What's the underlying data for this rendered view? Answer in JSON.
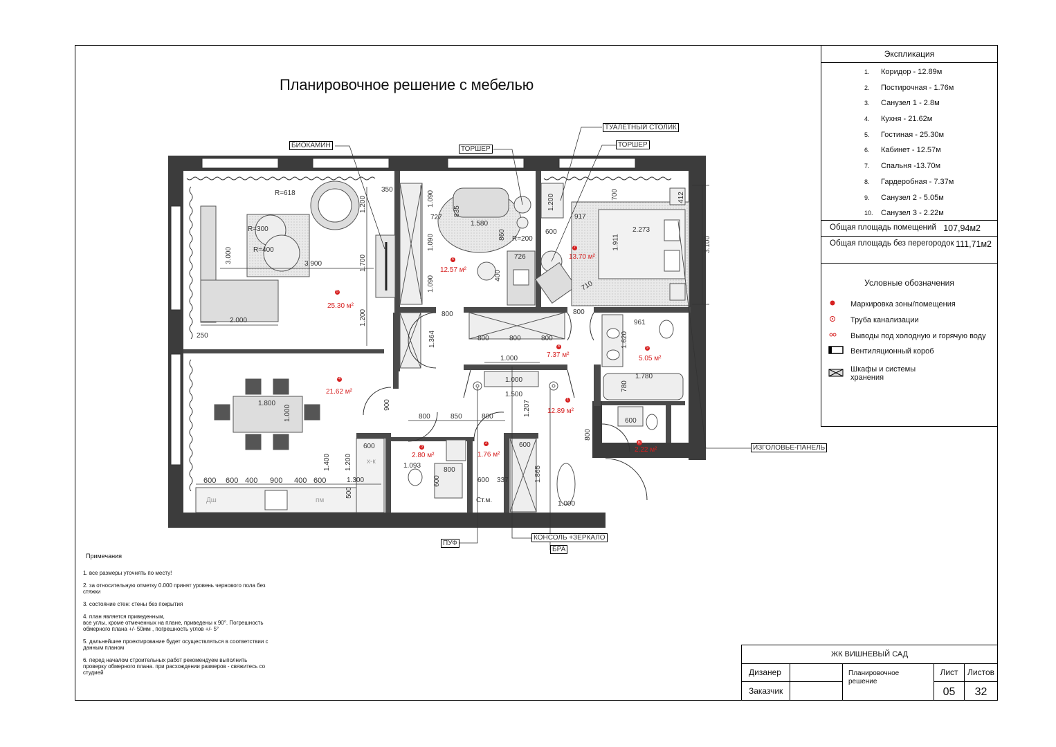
{
  "title": "Планировочное решение с мебелью",
  "explication": {
    "header": "Экспликация",
    "items": [
      {
        "num": "1.",
        "text": "Коридор -  12.89м"
      },
      {
        "num": "2.",
        "text": " Постирочная - 1.76м"
      },
      {
        "num": "3.",
        "text": "Санузел 1 - 2.8м"
      },
      {
        "num": "4.",
        "text": "Кухня - 21.62м"
      },
      {
        "num": "5.",
        "text": "Гостиная - 25.30м"
      },
      {
        "num": "6.",
        "text": "Кабинет - 12.57м"
      },
      {
        "num": "7.",
        "text": "Спальня -13.70м"
      },
      {
        "num": "8.",
        "text": "Гардеробная - 7.37м"
      },
      {
        "num": "9.",
        "text": "Санузел 2 - 5.05м"
      },
      {
        "num": "10.",
        "text": "Санузел 3 - 2.22м"
      }
    ],
    "total_rooms_label": "Общая площадь помещений",
    "total_rooms_value": "107,94м2",
    "total_no_walls_label": "Общая площадь без перегородок",
    "total_no_walls_value": "111,71м2"
  },
  "legend": {
    "title": "Условные обозначения",
    "items": [
      {
        "icon": "red-dot-icon",
        "text": "Маркировка зоны/помещения"
      },
      {
        "icon": "sewer-pipe-icon",
        "text": "Труба канализации"
      },
      {
        "icon": "water-outlet-icon",
        "text": "Выводы под холодную и горячую воду"
      },
      {
        "icon": "vent-box-icon",
        "text": "Вентиляционный короб"
      },
      {
        "icon": "storage-cross-icon",
        "text": "Шкафы и системы\nхранения"
      }
    ]
  },
  "callouts": {
    "biofireplace": "БИОКАМИН",
    "floor_lamp_1": "ТОРШЕР",
    "dressing_table": "ТУАЛЕТНЫЙ СТОЛИК",
    "floor_lamp_2": "ТОРШЕР",
    "headboard": "ИЗГОЛОВЬЕ-ПАНЕЛЬ",
    "console_mirror": "КОНСОЛЬ +ЗЕРКАЛО",
    "pouf": "ПУФ",
    "sconce": "БРА"
  },
  "rooms": [
    {
      "num": "5",
      "area": "25.30 м²"
    },
    {
      "num": "6",
      "area": "12.57 м²"
    },
    {
      "num": "7",
      "area": "13.70 м²"
    },
    {
      "num": "8",
      "area": "7.37 м²"
    },
    {
      "num": "9",
      "area": "5.05 м²"
    },
    {
      "num": "4",
      "area": "21.62 м²"
    },
    {
      "num": "1",
      "area": "12.89 м²"
    },
    {
      "num": "3",
      "area": "2.80 м²"
    },
    {
      "num": "2",
      "area": "1.76 м²"
    },
    {
      "num": "10",
      "area": "2.22 м²"
    }
  ],
  "dimensions": {
    "r618": "R=618",
    "r300": "R=300",
    "r400": "R=400",
    "d3000": "3.000",
    "d3900": "3.900",
    "d2000": "2.000",
    "d1200a": "1.200",
    "d1700": "1.700",
    "d1200b": "1.200",
    "d350": "350",
    "d250": "250",
    "d1090a": "1.090",
    "d1090b": "1.090",
    "d1090c": "1.090",
    "d835": "835",
    "d727": "727",
    "d1580": "1.580",
    "d860": "860",
    "r200": "R=200",
    "d726": "726",
    "d400": "400",
    "d1200c": "1.200",
    "d600": "600",
    "d917": "917",
    "d700": "700",
    "d2273": "2.273",
    "d1911": "1.911",
    "d710": "710",
    "d412": "412",
    "d3100": "3.100",
    "d800a": "800",
    "d800b": "800",
    "d800c": "800",
    "d800d": "800",
    "d800e": "800",
    "d1364": "1.364",
    "d961": "961",
    "d1620": "1.620",
    "d1780": "1.780",
    "d780": "780",
    "d1000a": "1.000",
    "d1000b": "1.000",
    "d1500": "1.500",
    "d1207": "1.207",
    "d1800": "1.800",
    "d1000c": "1.000",
    "d900": "900",
    "d800f": "800",
    "d850": "850",
    "d800g": "800",
    "d600b": "600",
    "d1093": "1.093",
    "d800h": "800",
    "d600c": "600",
    "d1865": "1.865",
    "d1000d": "1.000",
    "d800i": "800",
    "d600d": "600",
    "d1400": "1.400",
    "d1200d": "1.200",
    "d1300": "1.300",
    "d500": "500",
    "d600e": "600",
    "d337": "337",
    "xk": "х-к",
    "stm": "Ст.м.",
    "dsh": "Дш",
    "pm": "пм",
    "k600": "600",
    "k600b": "600",
    "k400": "400",
    "k900": "900",
    "k400b": "400",
    "k600c": "600",
    "d600f": "600"
  },
  "notes": {
    "title": "Примечания",
    "items": [
      "1. все размеры уточнять по месту!",
      "2. за относительную отметку 0.000 принят уровень чернового пола без\nстяжки",
      "3. состояние стен: стены без покрытия",
      "4. план является приведенным,\nвсе углы, кроме отмеченных на плане, приведены к 90°. Погрешность\nобмерного плана +/- 50мм , погрешность углов +/- 5°",
      "5. дальнейшее проектирование будет осуществляться в соответствии с\nданным планом",
      "6. перед началом строительных работ рекомендуем выполнить\nпроверку обмерного плана. при расхождении размеров - свяжитесь со\nстудией"
    ]
  },
  "stamp": {
    "project": "ЖК ВИШНЕВЫЙ САД",
    "designer": "Дизанер",
    "customer": "Заказчик",
    "sheet_title": "Планировочное\nрешение",
    "sheet_label": "Лист",
    "sheets_label": "Листов",
    "sheet": "05",
    "sheets": "32"
  },
  "colors": {
    "accent_red": "#d62020",
    "wall": "#3a3a3a",
    "hatch": "#d9d9d9"
  }
}
